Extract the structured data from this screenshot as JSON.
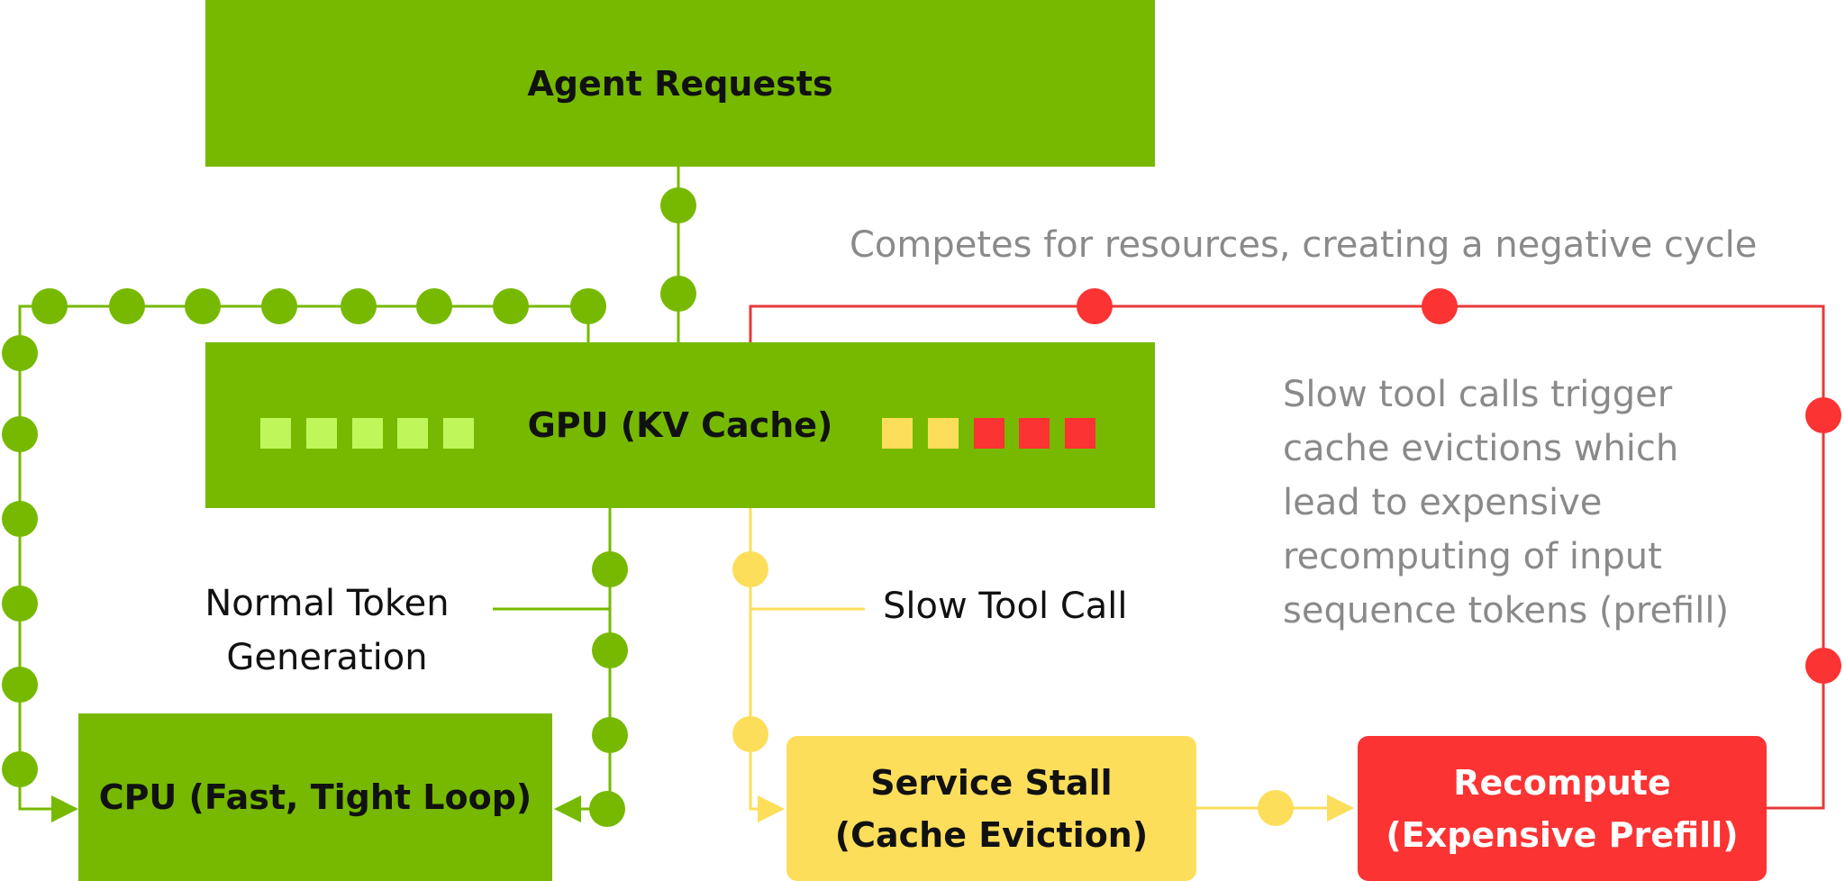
{
  "nodes": {
    "agent_requests": "Agent Requests",
    "gpu": "GPU (KV Cache)",
    "cpu": "CPU (Fast, Tight Loop)",
    "service_stall": [
      "Service Stall",
      "(Cache Eviction)"
    ],
    "recompute": [
      "Recompute",
      "(Expensive Prefill)"
    ]
  },
  "labels": {
    "normal_token": [
      "Normal Token",
      "Generation"
    ],
    "slow_tool_call": "Slow Tool Call",
    "competes": "Competes for resources, creating a negative cycle",
    "explanation": [
      "Slow tool calls trigger",
      "cache evictions which",
      "lead to expensive",
      "recomputing of input",
      "sequence tokens (prefill)"
    ]
  },
  "colors": {
    "green": "#76b900",
    "light_green": "#bff75a",
    "yellow": "#fdde5a",
    "red": "#fb3333"
  },
  "cache_blocks": {
    "left": [
      "light_green",
      "light_green",
      "light_green",
      "light_green",
      "light_green"
    ],
    "right": [
      "yellow",
      "yellow",
      "red",
      "red",
      "red"
    ]
  }
}
